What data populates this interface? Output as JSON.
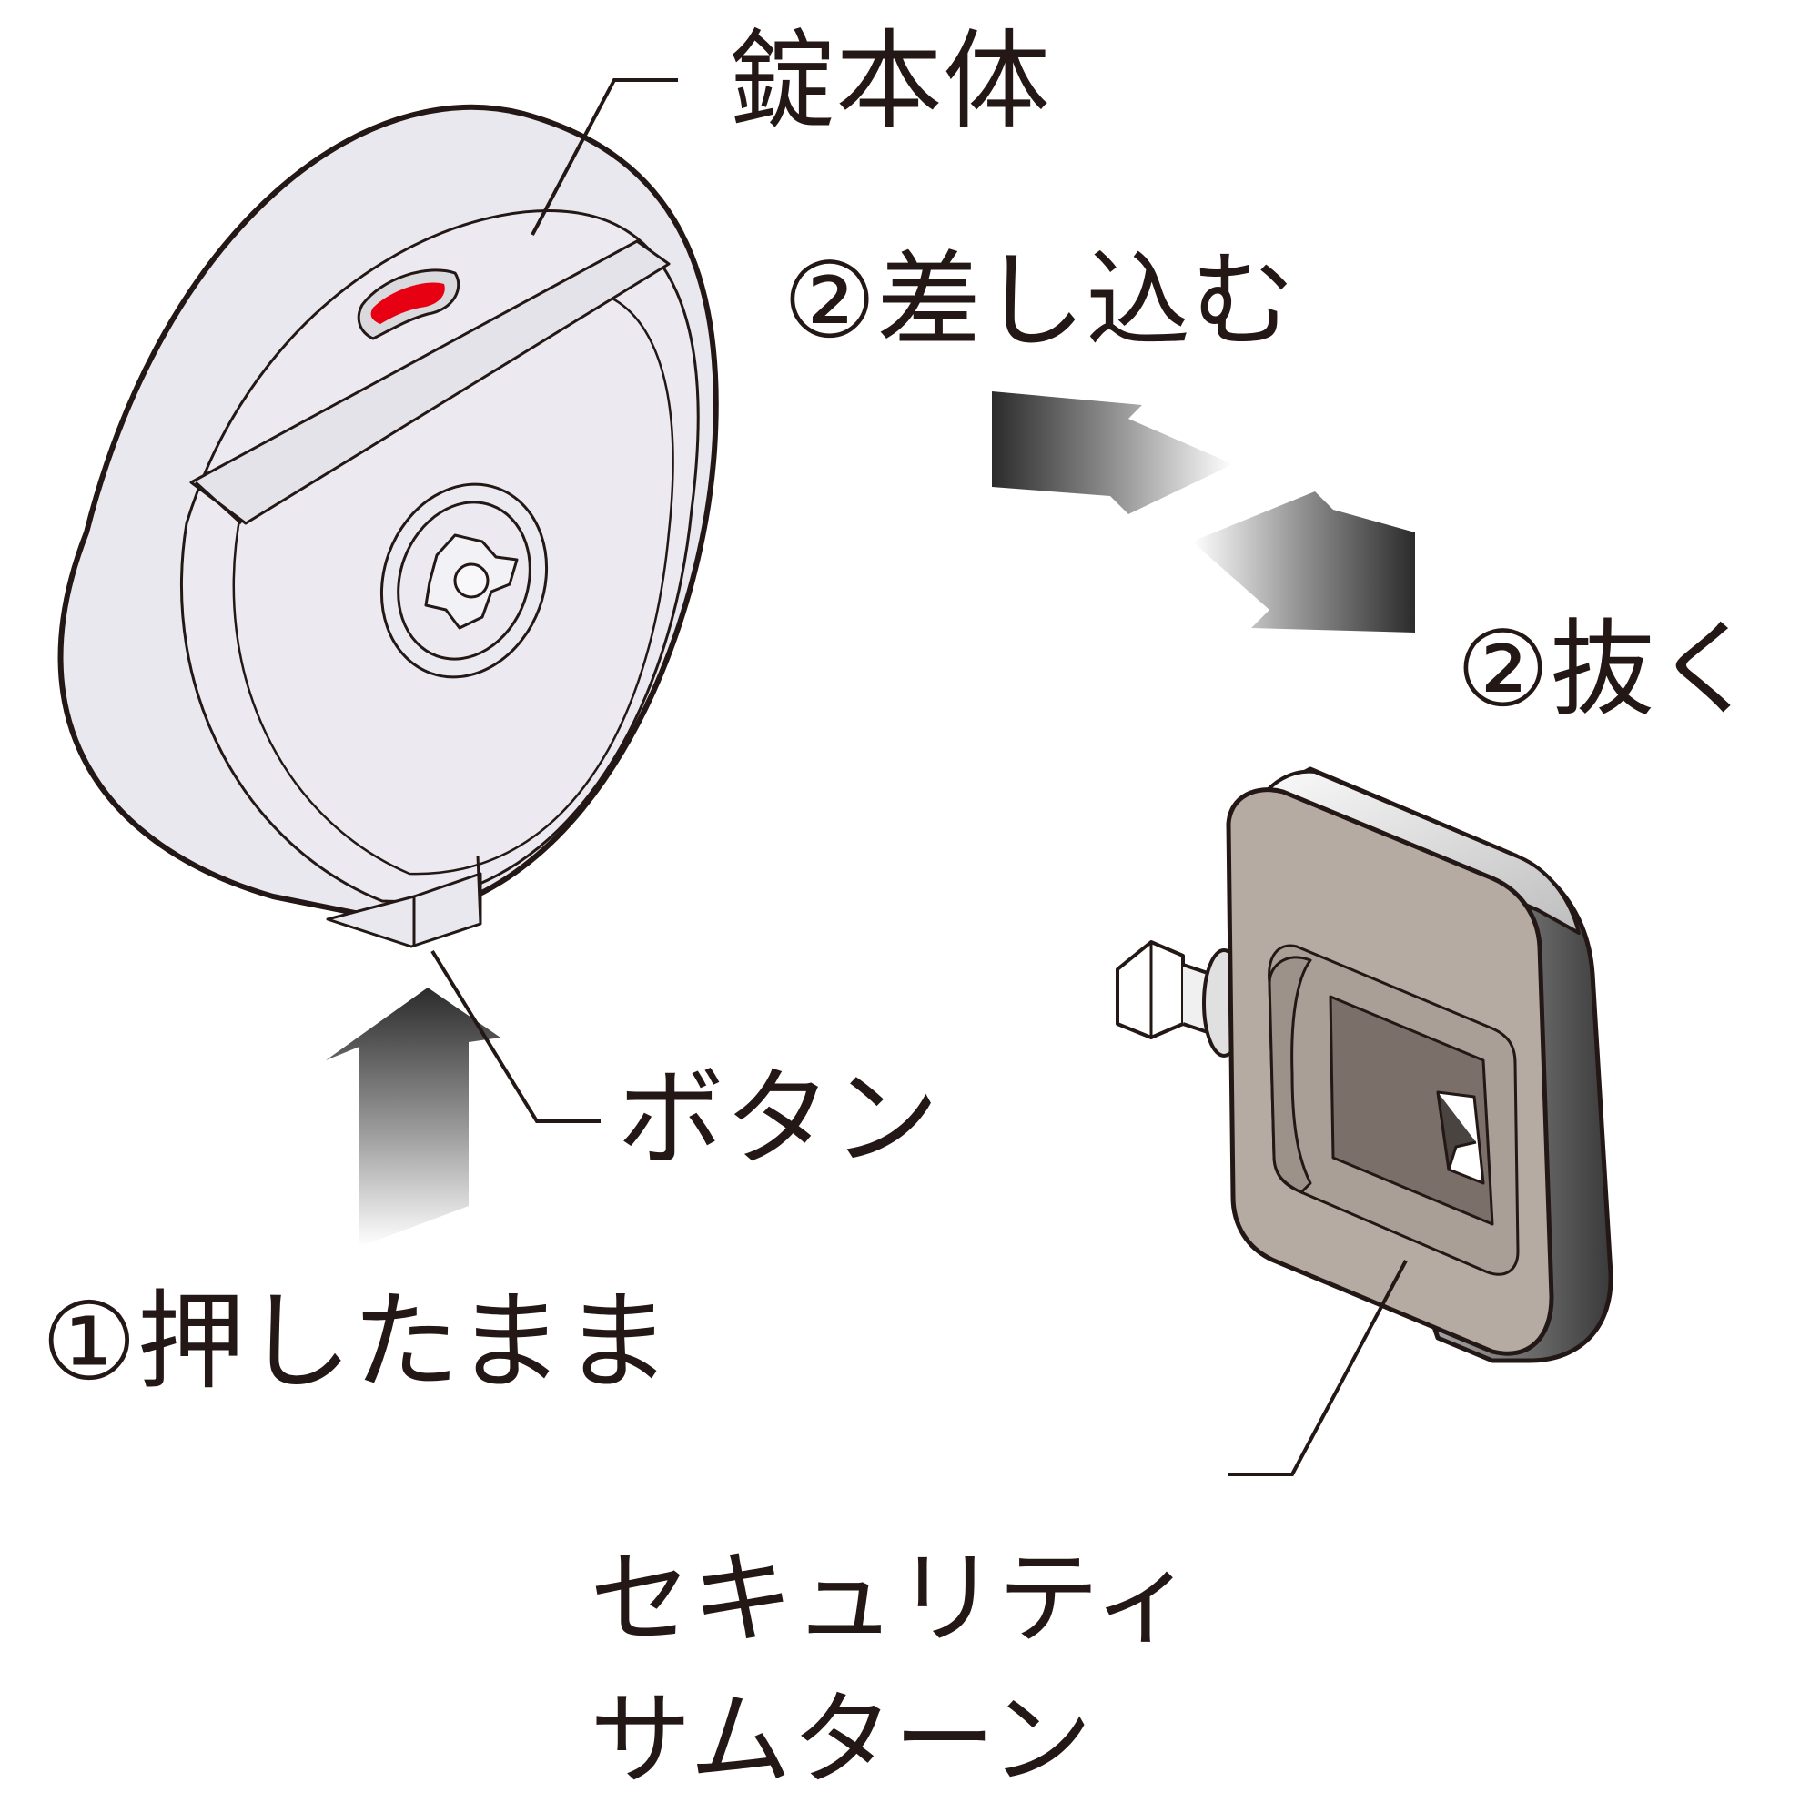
{
  "labels": {
    "lock_body": "錠本体",
    "insert": "②差し込む",
    "remove": "②抜く",
    "button": "ボタン",
    "hold_pressed": "①押したまま",
    "thumb_turn_line1": "セキュリティ",
    "thumb_turn_line2": "サムターン"
  },
  "colors": {
    "outline": "#231815",
    "lock_face": "#e8e8ee",
    "indicator_red": "#e60012",
    "thumb_turn_body": "#b5aba3",
    "thumb_turn_recess": "#7a6f69"
  }
}
